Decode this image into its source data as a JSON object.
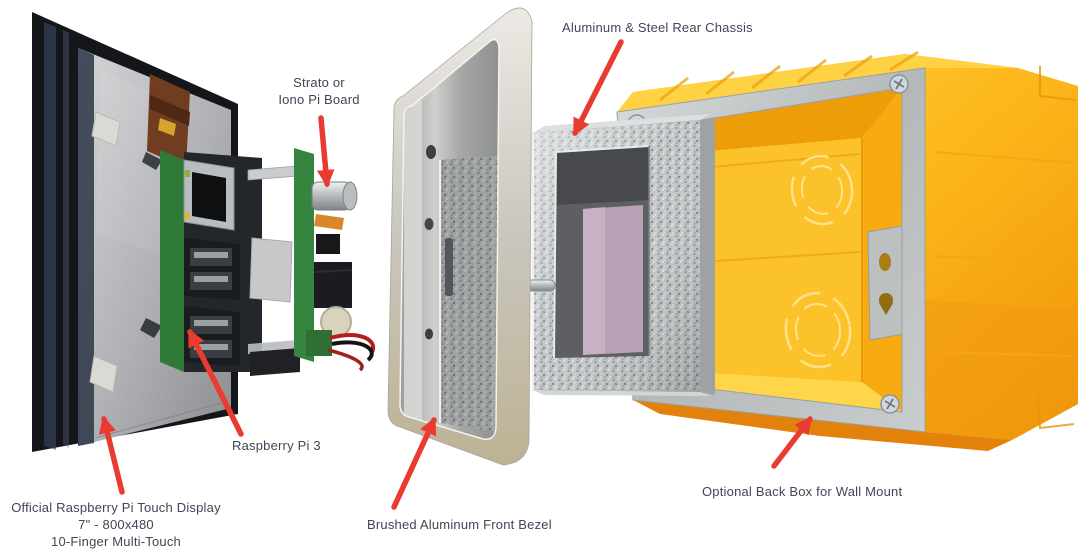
{
  "labels": {
    "strato": "Strato or\nIono Pi Board",
    "chassis": "Aluminum & Steel Rear Chassis",
    "raspberry": "Raspberry Pi 3",
    "display": "Official Raspberry Pi Touch Display\n7\" - 800x480\n10-Finger Multi-Touch",
    "bezel": "Brushed Aluminum Front Bezel",
    "backbox": "Optional Back Box for Wall Mount"
  },
  "colors": {
    "bg_white": "#ffffff",
    "label_text": "#3e4756",
    "arrow_red": "#e93b30",
    "box_yellow": "#fcba16",
    "box_orange": "#ef9108",
    "steel_gray": "#c2c6c7",
    "aluminum_champagne": "#c9c6bd",
    "pcb_green": "#2e7a36",
    "display_silver": "#b9babc"
  }
}
